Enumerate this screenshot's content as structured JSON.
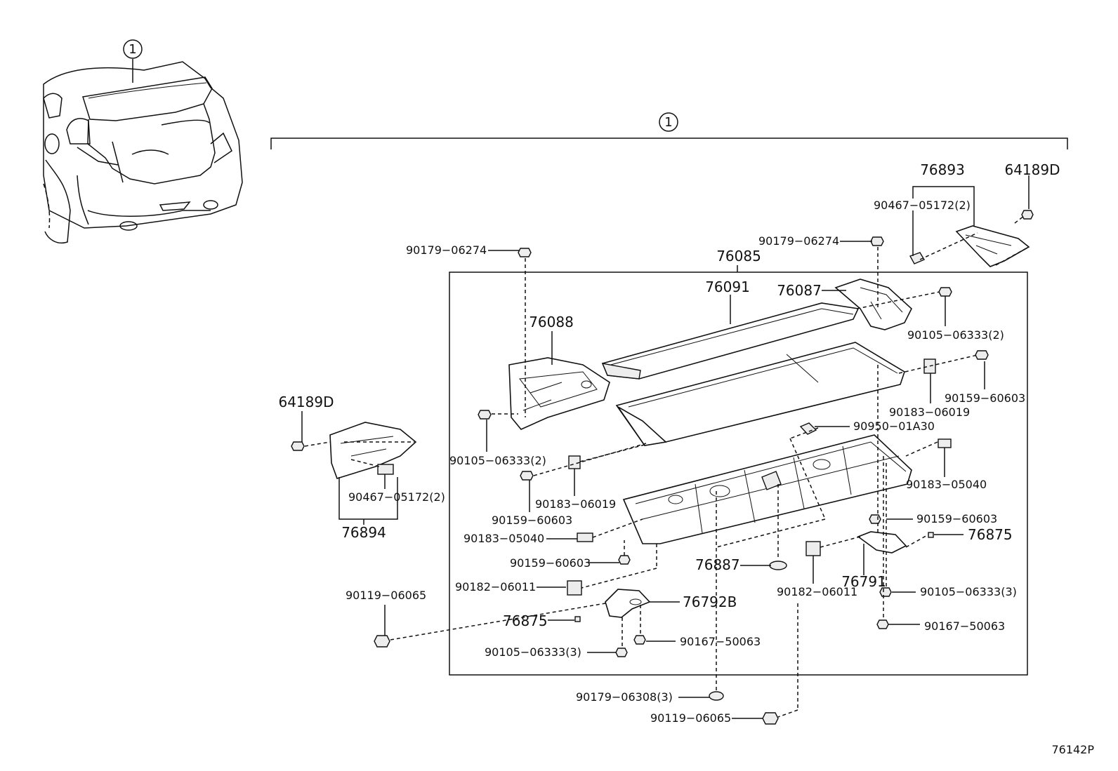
{
  "diagram_code": "76142P",
  "callout_number": "1",
  "labels": {
    "l_76893": "76893",
    "l_64189D_r": "64189D",
    "l_90467_r": "90467−05172(2)",
    "l_90179_a": "90179−06274",
    "l_90179_b": "90179−06274",
    "l_76085": "76085",
    "l_76091": "76091",
    "l_76087": "76087",
    "l_76088": "76088",
    "l_90105_r2": "90105−06333(2)",
    "l_90159_r": "90159−60603",
    "l_90183_06019_r": "90183−06019",
    "l_90950": "90950−01A30",
    "l_90183_05040_r": "90183−05040",
    "l_64189D_l": "64189D",
    "l_90105_l2": "90105−06333(2)",
    "l_90467_l": "90467−05172(2)",
    "l_76894": "76894",
    "l_90183_06019_m": "90183−06019",
    "l_90159_m": "90159−60603",
    "l_90183_05040_l": "90183−05040",
    "l_90159_l": "90159−60603",
    "l_90159_r2": "90159−60603",
    "l_76875_r": "76875",
    "l_76887": "76887",
    "l_76791": "76791",
    "l_90182_l": "90182−06011",
    "l_90182_r": "90182−06011",
    "l_90105_r3": "90105−06333(3)",
    "l_90119_l": "90119−06065",
    "l_76792B": "76792B",
    "l_76875_l": "76875",
    "l_90167_m": "90167−50063",
    "l_90167_r": "90167−50063",
    "l_90105_l3": "90105−06333(3)",
    "l_90179_c": "90179−06308(3)",
    "l_90119_b": "90119−06065"
  }
}
